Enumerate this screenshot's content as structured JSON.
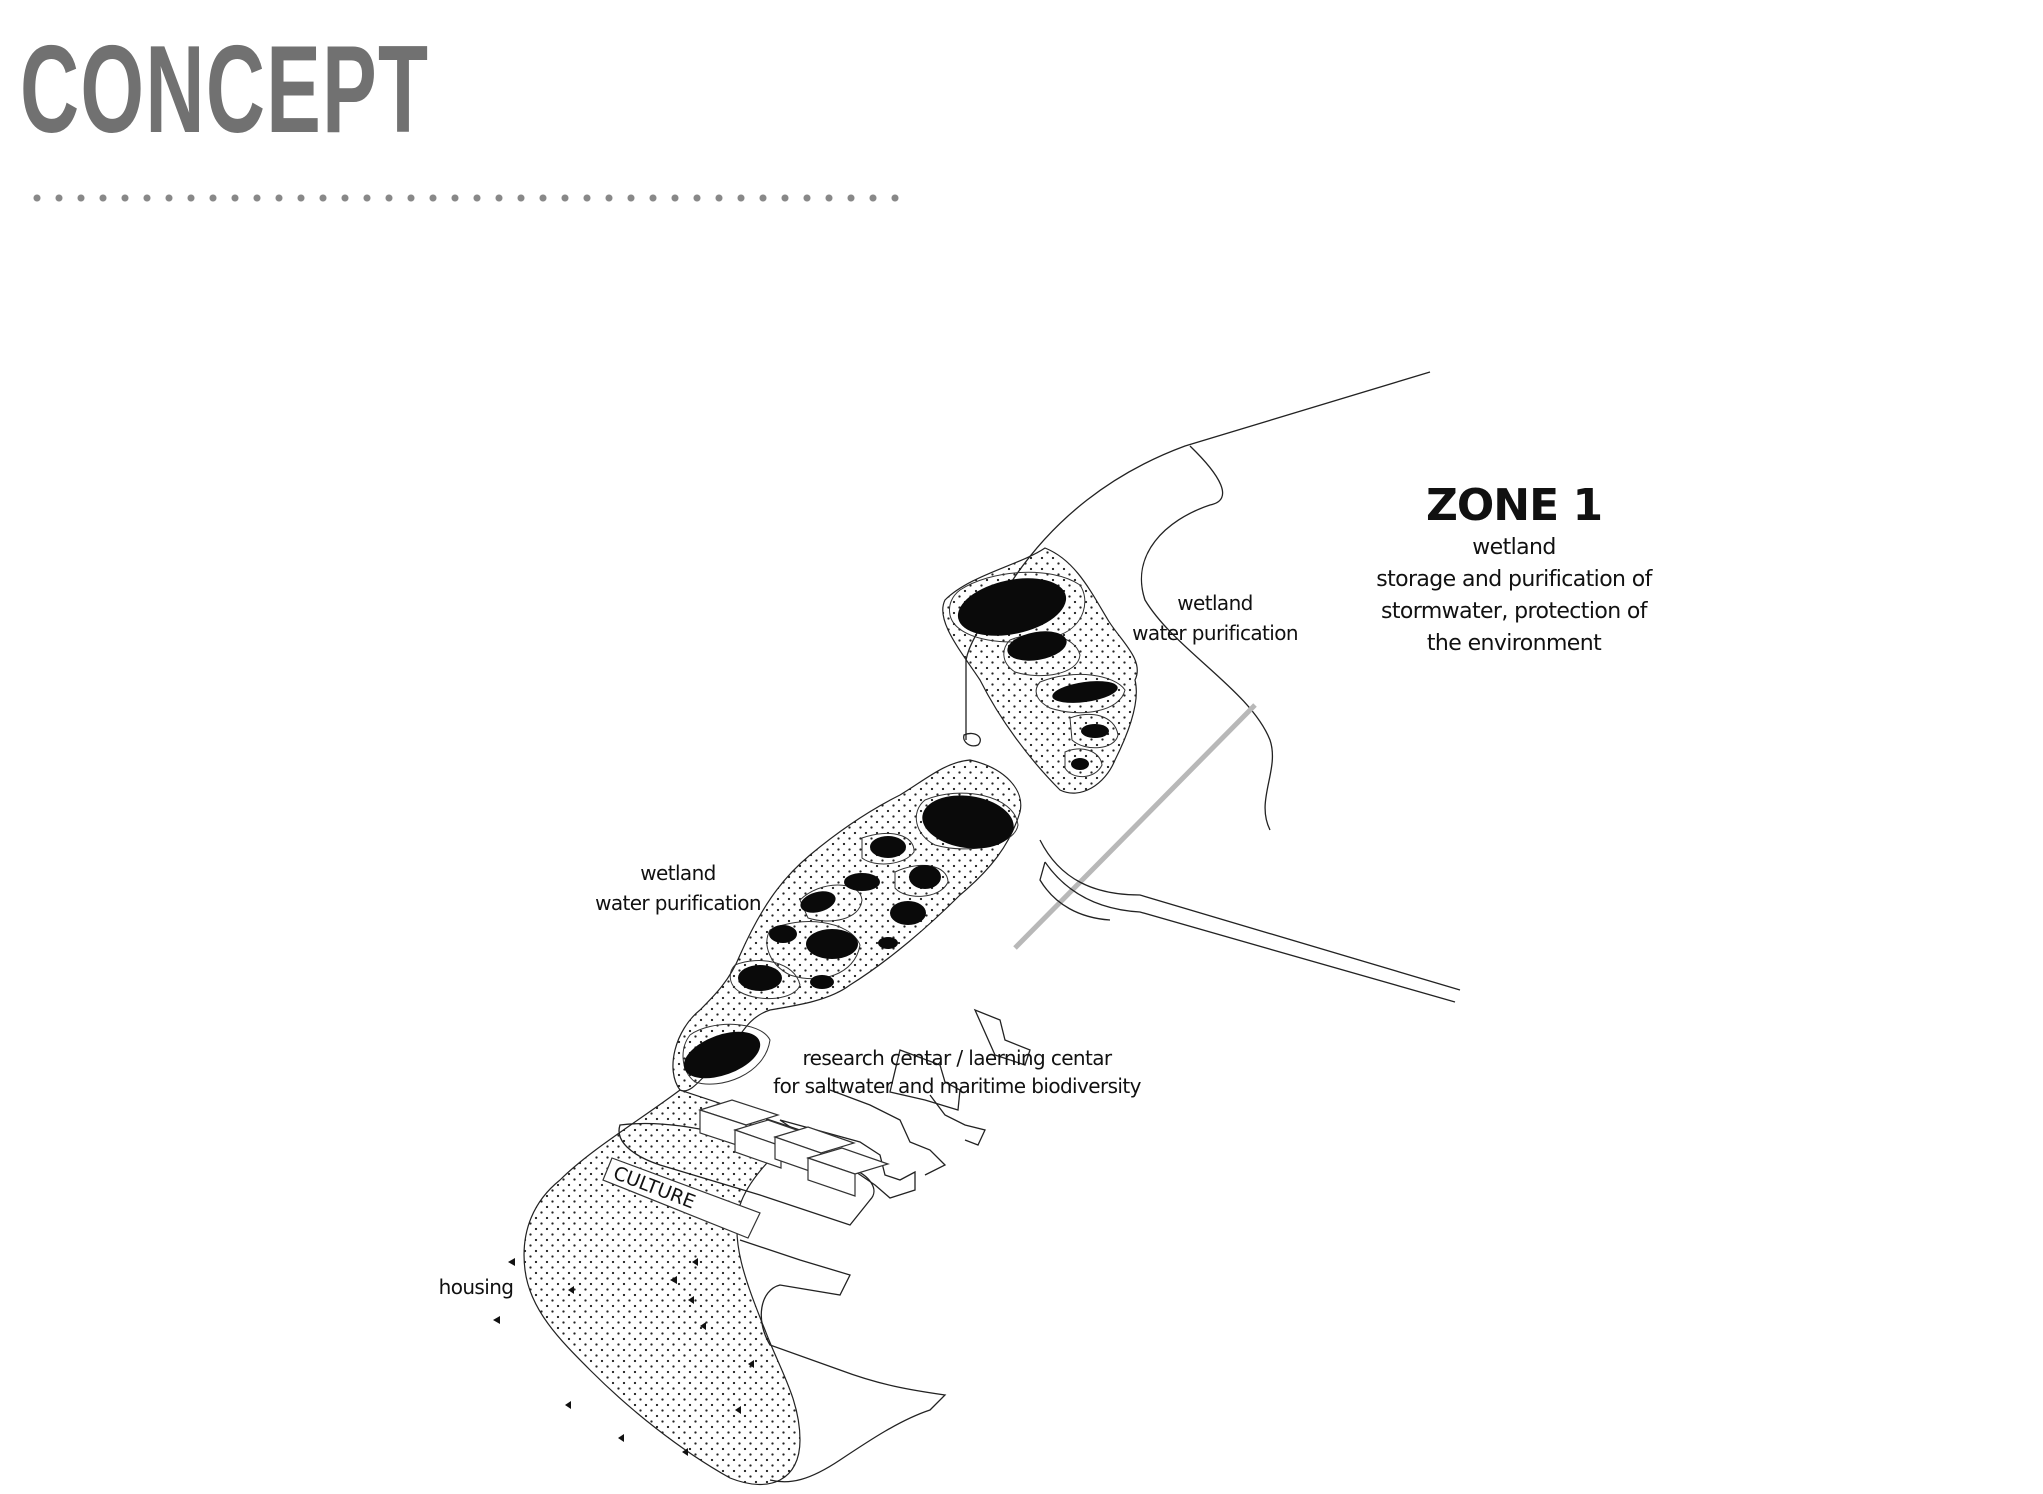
{
  "header": {
    "title": "CONCEPT"
  },
  "zone": {
    "title": "ZONE 1",
    "lines": [
      "wetland",
      "storage and purification of",
      "stormwater, protection of",
      "the environment"
    ]
  },
  "labels": {
    "wetland_north": [
      "wetland",
      "water purification"
    ],
    "wetland_south": [
      "wetland",
      "water purification"
    ],
    "research": [
      "research centar / laerning centar",
      "for saltwater and maritime biodiversity"
    ],
    "culture": "CULTURE",
    "housing": "housing"
  },
  "colors": {
    "title": "#717171",
    "ink": "#111111",
    "pond": "#0a0a0a",
    "road": "#b8b8b8"
  }
}
